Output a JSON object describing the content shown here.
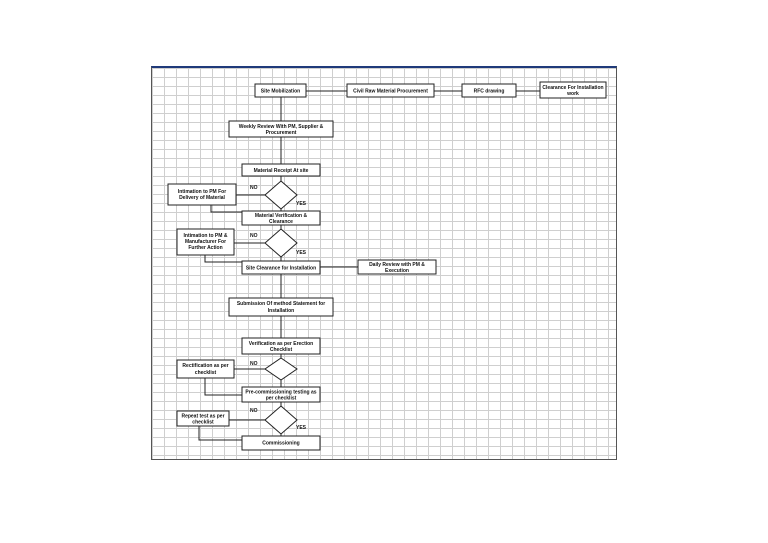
{
  "nodes": {
    "site_mobilization": "Site Mobilization",
    "civil_raw_material": "Civil Raw Material Procurement",
    "rfc_drawing": "RFC drawing",
    "clearance_install": [
      "Clearance For Installation",
      "work"
    ],
    "weekly_review": [
      "Weekly Review With PM, Supplier &",
      "Procurement"
    ],
    "material_receipt": "Material Receipt At site",
    "intimation_pm_delivery": [
      "Intimation to PM For",
      "Delivery of Material"
    ],
    "material_verification": [
      "Material Verification &",
      "Clearance"
    ],
    "intimation_pm_manufacturer": [
      "Intimation to PM &",
      "Manufacturer For",
      "Further Action"
    ],
    "site_clearance": "Site Clearance for Installation",
    "daily_review": [
      "Daily Review with PM &",
      "Execution"
    ],
    "method_statement": [
      "Submission Of method Statement for",
      "Installation"
    ],
    "verification_erection": [
      "Verification as per Erection",
      "Checklist"
    ],
    "rectification": [
      "Rectification as per",
      "checklist"
    ],
    "precommissioning": [
      "Pre-commissioning testing as",
      "per checklist"
    ],
    "repeat_test": [
      "Repeat test as per",
      "checklist"
    ],
    "commissioning": "Commissioning"
  },
  "labels": {
    "no": "NO",
    "yes": "YES"
  }
}
